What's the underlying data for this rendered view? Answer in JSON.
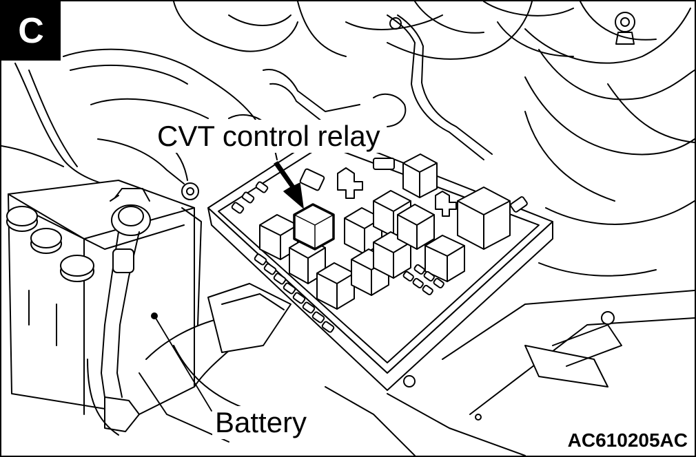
{
  "view_letter": "C",
  "callouts": {
    "relay": "CVT control relay",
    "battery": "Battery"
  },
  "figure_code": "AC610205AC"
}
